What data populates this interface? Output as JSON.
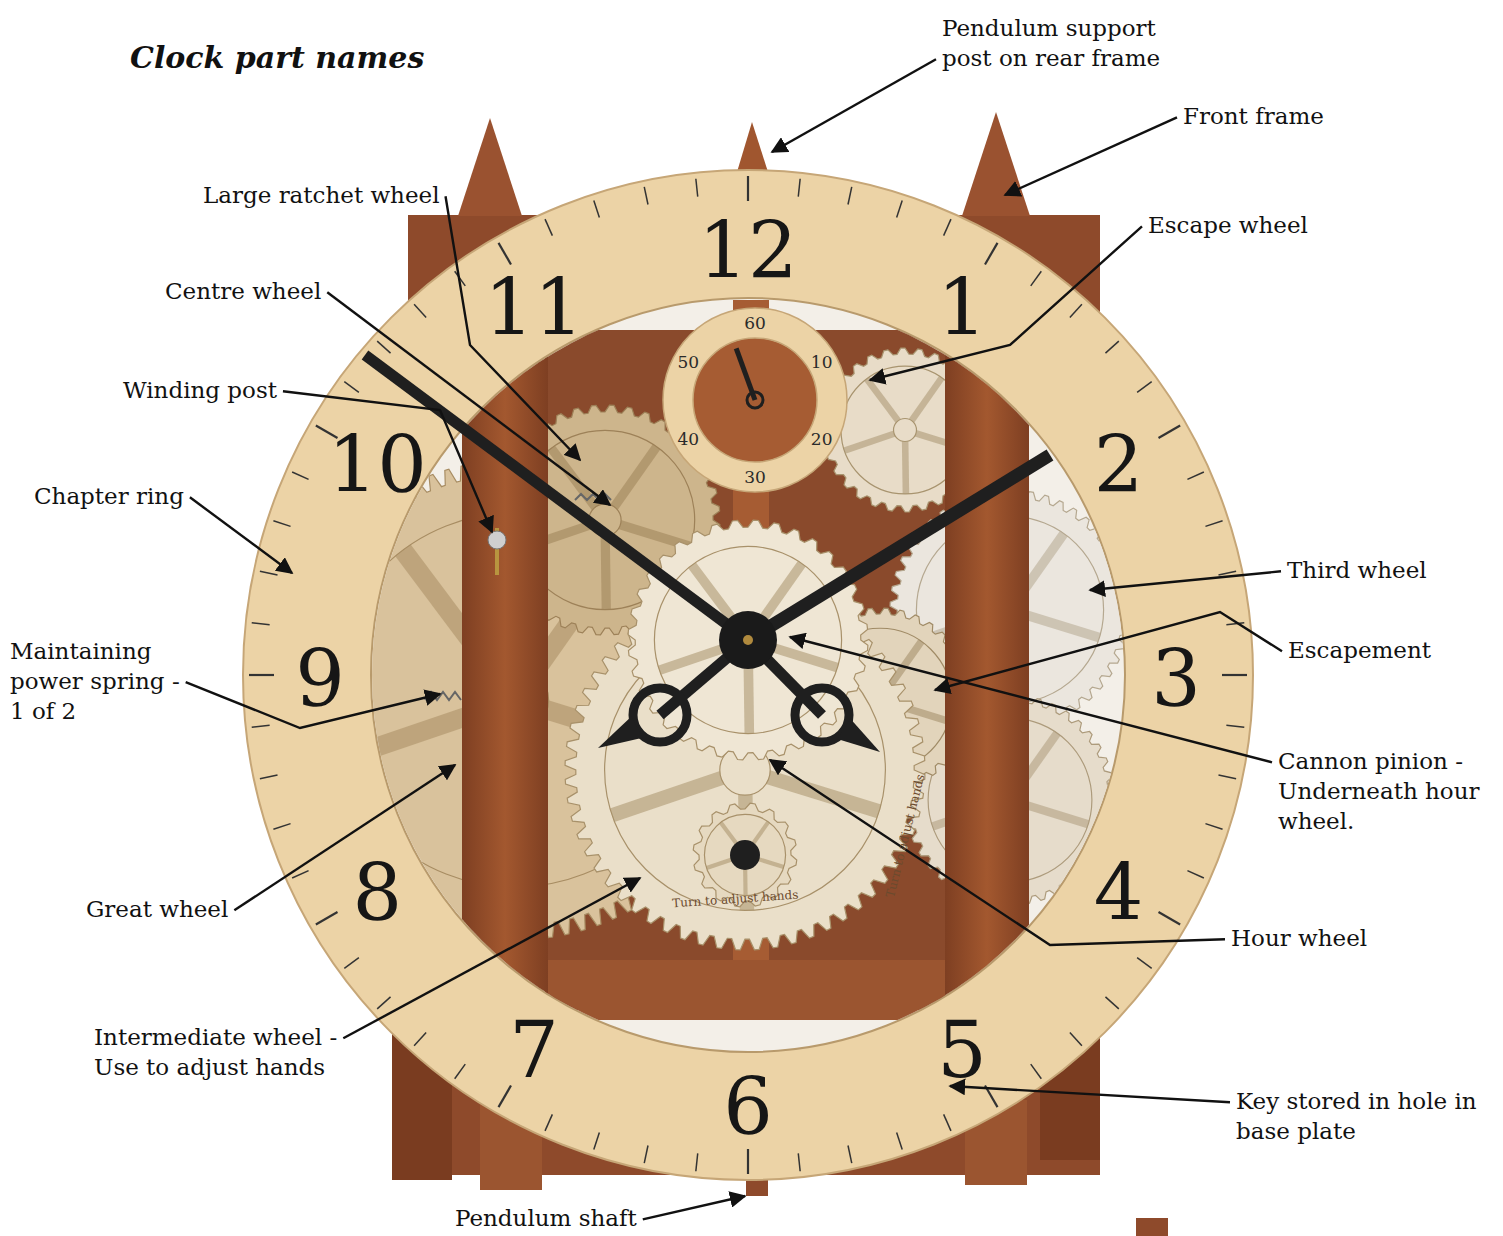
{
  "diagram": {
    "title": "Clock part names",
    "labels": [
      "Pendulum support post on rear frame",
      "Front frame",
      "Large ratchet wheel",
      "Escape wheel",
      "Centre wheel",
      "Winding post",
      "Chapter ring",
      "Third wheel",
      "Maintaining power spring - 1 of 2",
      "Escapement",
      "Cannon pinion - Underneath hour wheel.",
      "Great wheel",
      "Hour wheel",
      "Intermediate wheel - Use to adjust hands",
      "Key stored in hole in base plate",
      "Pendulum shaft",
      "12",
      "1",
      "2",
      "3",
      "4",
      "5",
      "6",
      "7",
      "8",
      "9",
      "10",
      "11",
      "60",
      "10",
      "20",
      "30",
      "40",
      "50",
      "Turn to adjust hands",
      "Turn to adjust hands"
    ]
  }
}
